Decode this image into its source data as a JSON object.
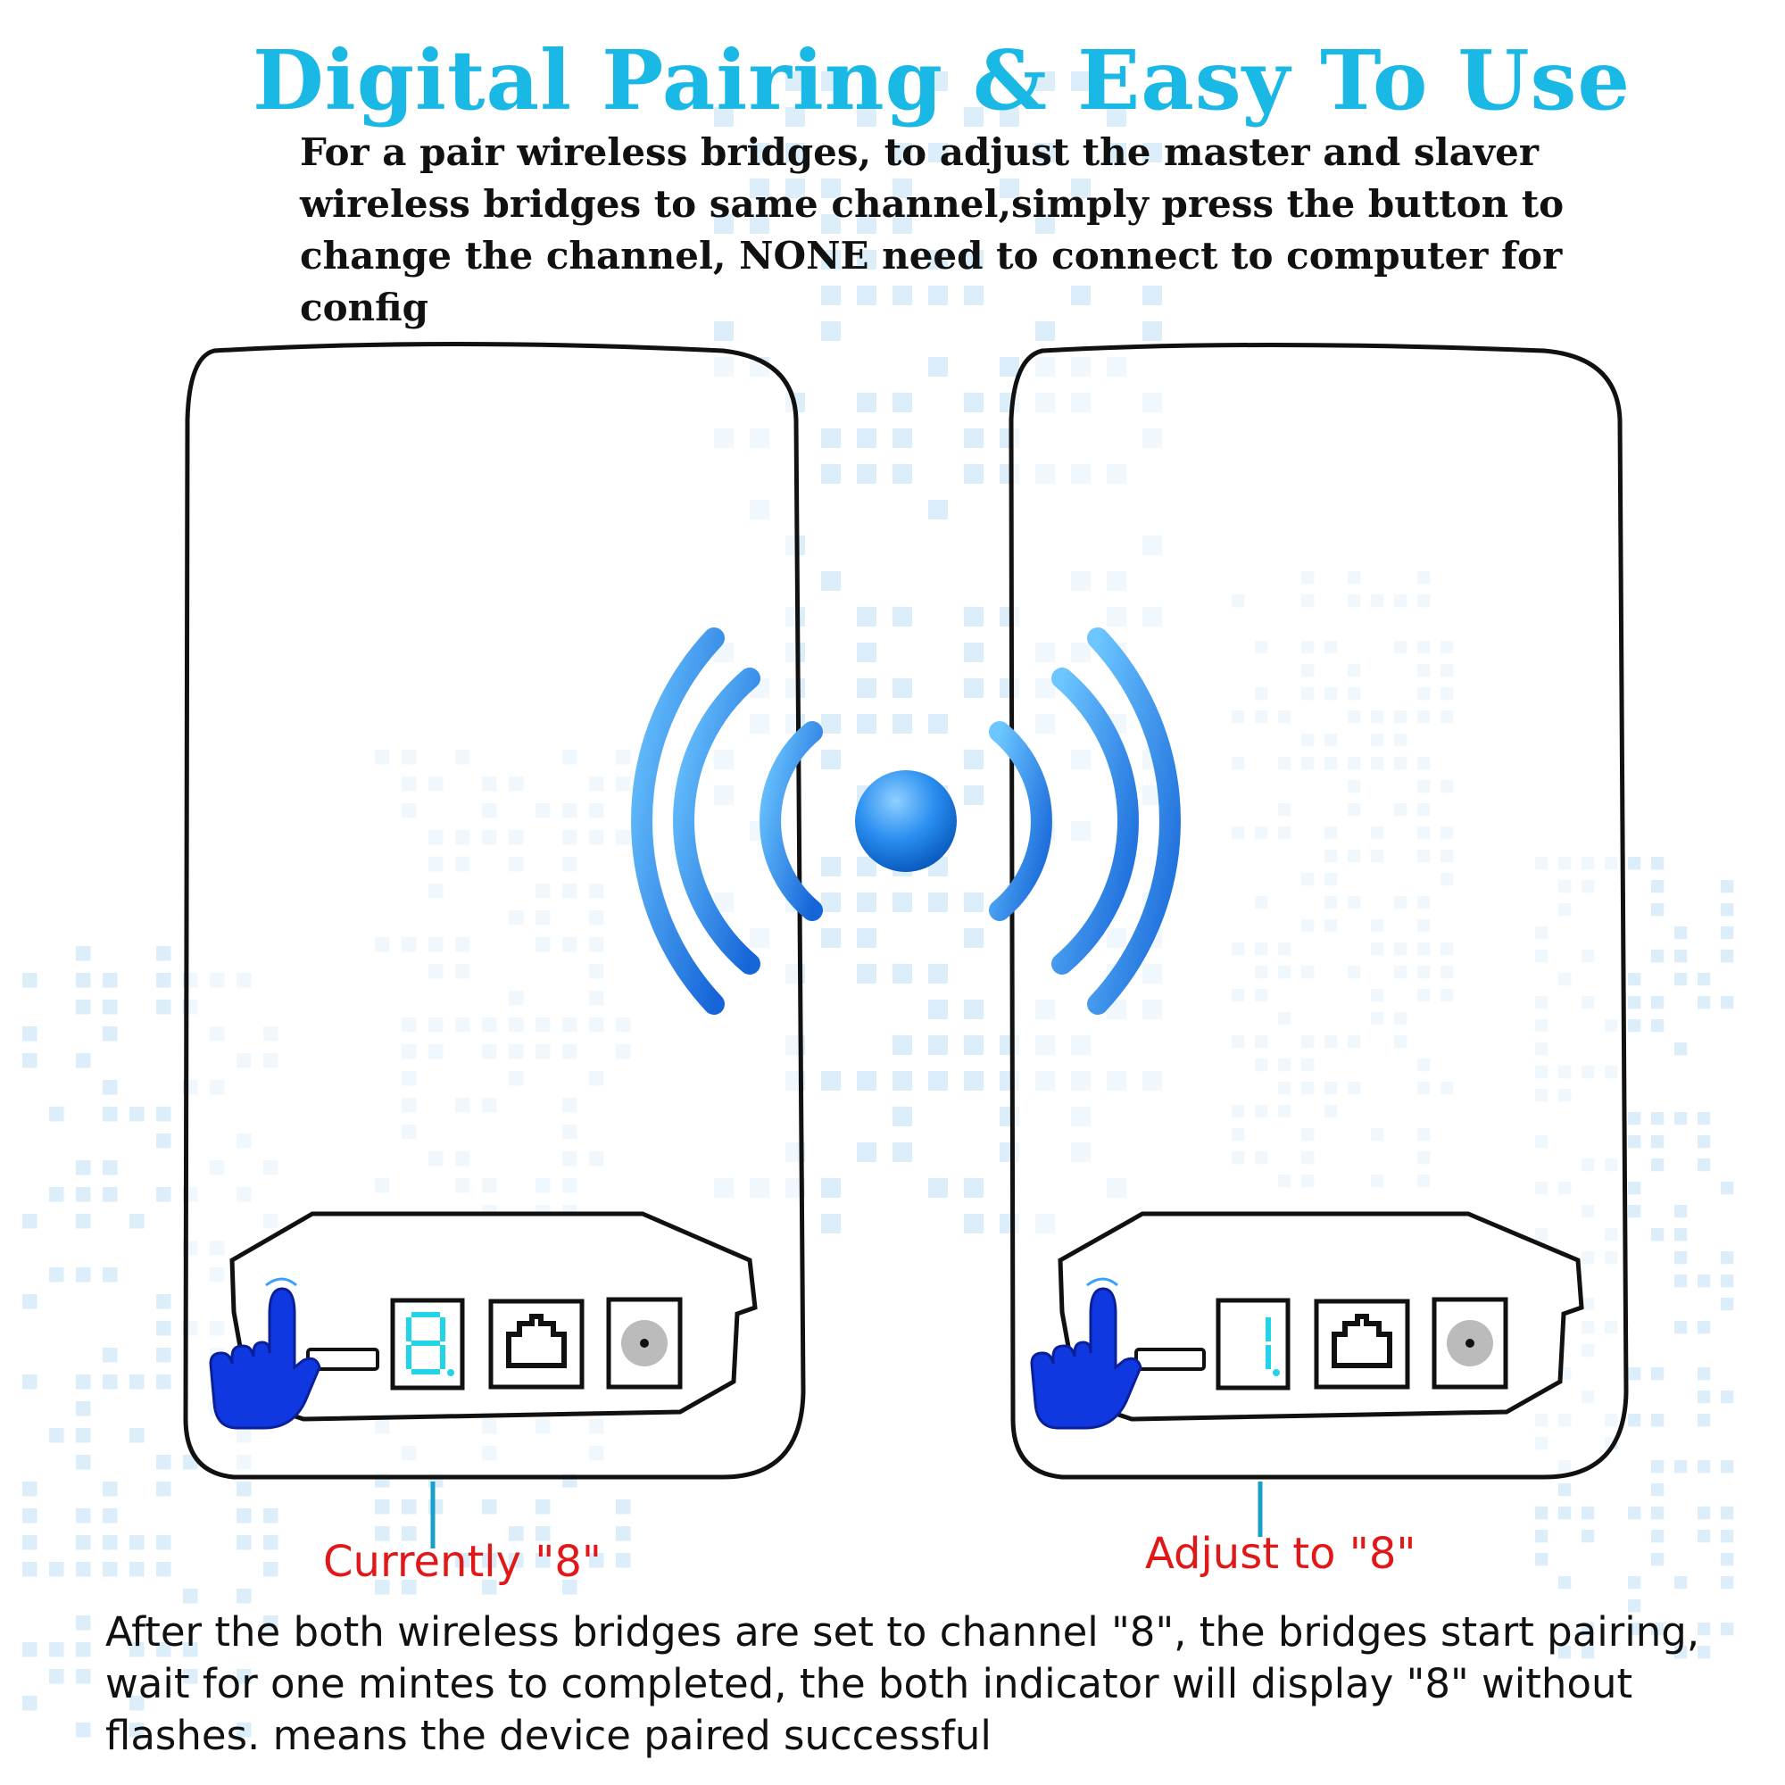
{
  "title": "Digital Pairing & Easy To Use",
  "intro": "For a pair wireless bridges, to adjust the master and slaver wireless bridges to same channel,simply press the button to change the channel, NONE need to connect to computer for config",
  "left_device": {
    "caption": "Currently \"8\"",
    "display_digit": "8"
  },
  "right_device": {
    "caption": "Adjust to \"8\"",
    "display_digit": "1"
  },
  "outro": "After the both wireless bridges are set to channel \"8\", the bridges start pairing, wait for one mintes to completed, the both indicator will display \"8\" without flashes. means the device paired successful",
  "colors": {
    "title": "#1ab8e4",
    "caption": "#e01818",
    "leader_line": "#1aa0c8",
    "wave": "#1f7fe6",
    "hand": "#1038e0",
    "segment_on": "#22d4e8",
    "outline": "#111111"
  },
  "icons": [
    "wifi-signal-icon",
    "hand-pointer-icon",
    "ethernet-port-icon",
    "power-port-icon",
    "seven-segment-display"
  ]
}
